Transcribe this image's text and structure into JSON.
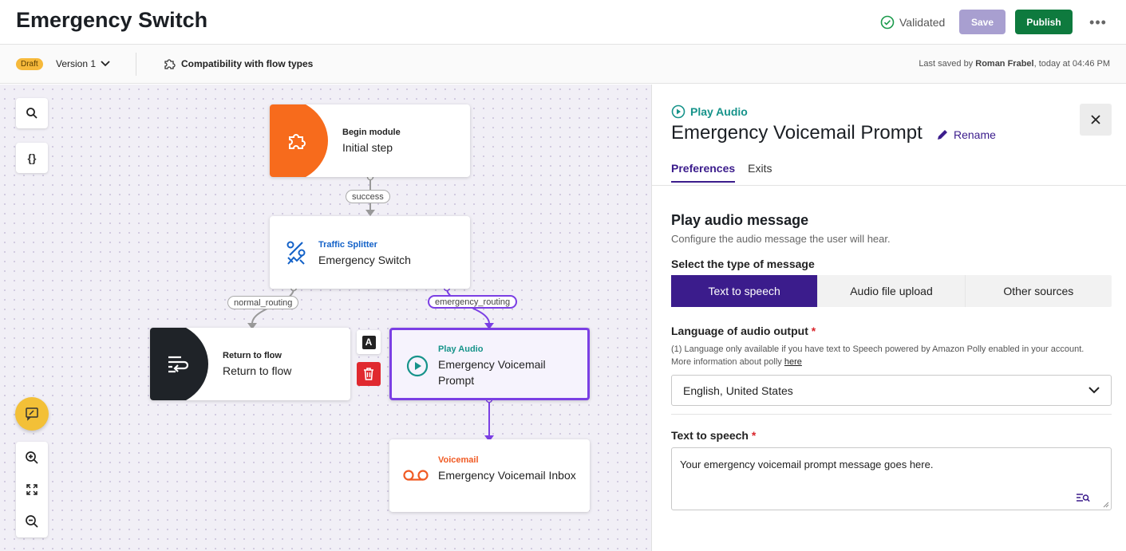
{
  "header": {
    "title": "Emergency Switch",
    "validated_label": "Validated",
    "save_label": "Save",
    "publish_label": "Publish",
    "more_label": "•••"
  },
  "subbar": {
    "draft_badge": "Draft",
    "version_label": "Version 1",
    "compat_label": "Compatibility with flow types",
    "last_saved_prefix": "Last saved by ",
    "last_saved_user": "Roman Frabel",
    "last_saved_suffix": ", today at 04:46 PM"
  },
  "canvas": {
    "tools": {
      "search_icon": "search-icon",
      "variables_label": "{}"
    },
    "nodes": [
      {
        "type": "Begin module",
        "name": "Initial step",
        "accent": "#f76b1c",
        "icon": "puzzle-icon"
      },
      {
        "type": "Traffic Splitter",
        "name": "Emergency Switch",
        "accent": "#1462c8",
        "icon": "percent-split-icon"
      },
      {
        "type": "Return to flow",
        "name": "Return to flow",
        "accent": "#1f2328",
        "icon": "return-icon"
      },
      {
        "type": "Play Audio",
        "name": "Emergency Voicemail Prompt",
        "accent": "#16938a",
        "icon": "play-icon"
      },
      {
        "type": "Voicemail",
        "name": "Emergency Voicemail Inbox",
        "accent": "#f05a23",
        "icon": "voicemail-icon"
      }
    ],
    "edges": {
      "success": "success",
      "normal": "normal_routing",
      "emergency": "emergency_routing"
    },
    "node_tools": {
      "text_label": "A"
    },
    "colors": {
      "selected_border": "#7b3fe4",
      "delete_bg": "#e0292f"
    }
  },
  "panel": {
    "kind": "Play Audio",
    "title": "Emergency Voicemail Prompt",
    "rename_label": "Rename",
    "tabs": [
      "Preferences",
      "Exits"
    ],
    "section_title": "Play audio message",
    "section_desc": "Configure the audio message the user will hear.",
    "message_type_label": "Select the type of message",
    "message_types": [
      "Text to speech",
      "Audio file upload",
      "Other sources"
    ],
    "selected_message_type": "Text to speech",
    "language_label": "Language of audio output",
    "language_note": "(1) Language only available if you have text to Speech powered by Amazon Polly enabled in your account. More information about polly ",
    "language_note_link": "here",
    "language_value": "English, United States",
    "tts_label": "Text to speech",
    "tts_value": "Your emergency voicemail prompt message goes here.",
    "required_mark": "*"
  }
}
